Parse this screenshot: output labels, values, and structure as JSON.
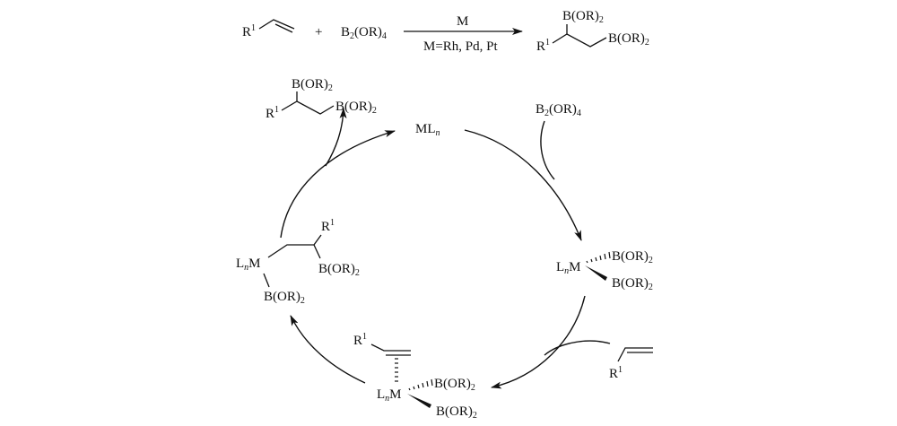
{
  "overall_reaction": {
    "reactant_alkene": {
      "substituent": "R",
      "sup": "1"
    },
    "plus": "+",
    "reagent": {
      "main": "B",
      "sub1": "2",
      "paren": "(OR)",
      "sub2": "4"
    },
    "catalyst_above": "M",
    "catalyst_below": "M=Rh, Pd, Pt",
    "product": {
      "boryl_top": {
        "main": "B(OR)",
        "sub": "2"
      },
      "boryl_right": {
        "main": "B(OR)",
        "sub": "2"
      },
      "substituent": "R",
      "sup": "1"
    }
  },
  "cycle": {
    "catalyst": {
      "main": "ML",
      "sub": "n"
    },
    "reagent_in": {
      "main": "B",
      "sub1": "2",
      "paren": "(OR)",
      "sub2": "4"
    },
    "oxidative_addition_complex": {
      "metal": "M",
      "ligand": "L",
      "lsub": "n",
      "boryl_hash": {
        "main": "B(OR)",
        "sub": "2"
      },
      "boryl_wedge": {
        "main": "B(OR)",
        "sub": "2"
      }
    },
    "alkene_in": {
      "substituent": "R",
      "sup": "1"
    },
    "alkene_complex": {
      "metal": "M",
      "ligand": "L",
      "lsub": "n",
      "alkene_substituent": "R",
      "alkene_sup": "1",
      "boryl_hash": {
        "main": "B(OR)",
        "sub": "2"
      },
      "boryl_wedge": {
        "main": "B(OR)",
        "sub": "2"
      }
    },
    "insertion_complex": {
      "metal": "M",
      "ligand": "L",
      "lsub": "n",
      "substituent": "R",
      "sup": "1",
      "boryl_chain": {
        "main": "B(OR)",
        "sub": "2"
      },
      "boryl_metal": {
        "main": "B(OR)",
        "sub": "2"
      }
    },
    "product_out": {
      "boryl_top": {
        "main": "B(OR)",
        "sub": "2"
      },
      "boryl_right": {
        "main": "B(OR)",
        "sub": "2"
      },
      "substituent": "R",
      "sup": "1"
    }
  }
}
